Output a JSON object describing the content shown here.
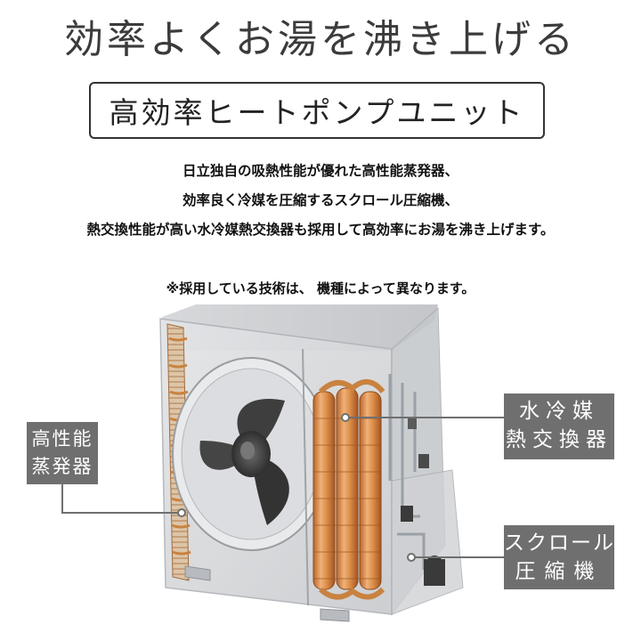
{
  "header": {
    "title": "効率よくお湯を沸き上げる",
    "subtitle": "高効率ヒートポンプユニット"
  },
  "description": {
    "line1": "日立独自の吸熱性能が優れた高性能蒸発器、",
    "line2": "効率良く冷媒を圧縮するスクロール圧縮機、",
    "line3": "熱交換性能が高い水冷媒熱交換器も採用して高効率にお湯を沸き上げます。",
    "note": "※採用している技術は、 機種によって異なります。"
  },
  "callouts": {
    "evaporator": {
      "line1": "高性能",
      "line2": "蒸発器"
    },
    "water_exchanger": {
      "line1": "水冷媒",
      "line2": "熱交換器"
    },
    "scroll_compressor": {
      "line1": "スクロール",
      "line2": "圧縮機"
    }
  },
  "colors": {
    "callout_bg": "#6f6f6f",
    "title_text": "#3b3b3b",
    "copper": "#d98a45",
    "unit_body": "#d9dadc"
  }
}
